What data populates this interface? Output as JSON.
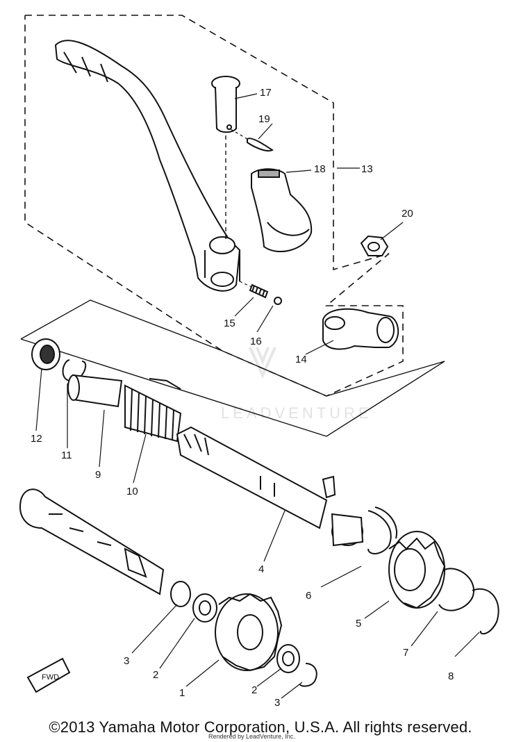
{
  "part_labels": {
    "p1": "1",
    "p2a": "2",
    "p2b": "2",
    "p3a": "3",
    "p3b": "3",
    "p4": "4",
    "p5": "5",
    "p6": "6",
    "p7": "7",
    "p8": "8",
    "p9": "9",
    "p10": "10",
    "p11": "11",
    "p12": "12",
    "p13": "13",
    "p14": "14",
    "p15": "15",
    "p16": "16",
    "p17": "17",
    "p18": "18",
    "p19": "19",
    "p20": "20"
  },
  "fwd_arrow_label": "FWD",
  "watermark_text": "LEADVENTURE",
  "copyright": "©2013 Yamaha Motor Corporation, U.S.A. All rights reserved.",
  "rendered_by": "Rendered by LeadVenture, Inc."
}
